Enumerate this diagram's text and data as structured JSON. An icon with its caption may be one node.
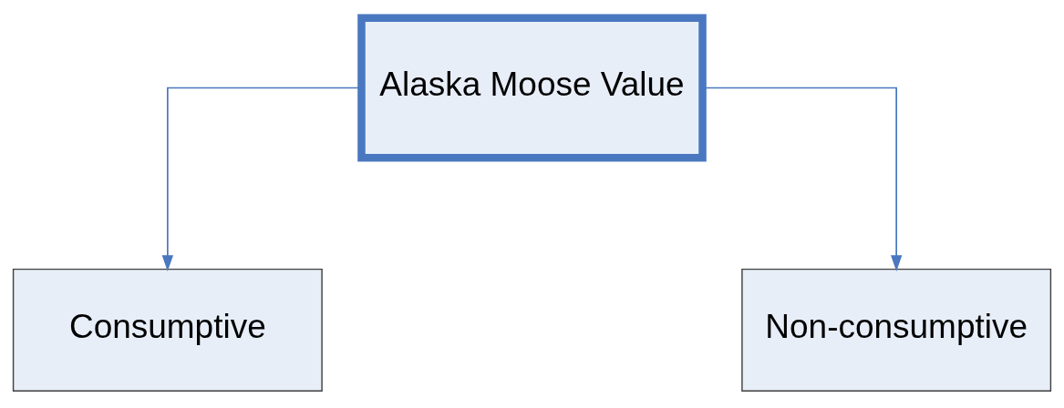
{
  "diagram": {
    "nodes": [
      {
        "text": [
          "Alaska Moose Value"
        ]
      },
      {
        "text": [
          "Consumptive"
        ]
      },
      {
        "text": [
          "Non-consumptive"
        ]
      }
    ],
    "edges": [
      {
        "from": 0,
        "to": 1,
        "arrow": "to"
      },
      {
        "from": 0,
        "to": 2,
        "arrow": "to"
      }
    ]
  }
}
